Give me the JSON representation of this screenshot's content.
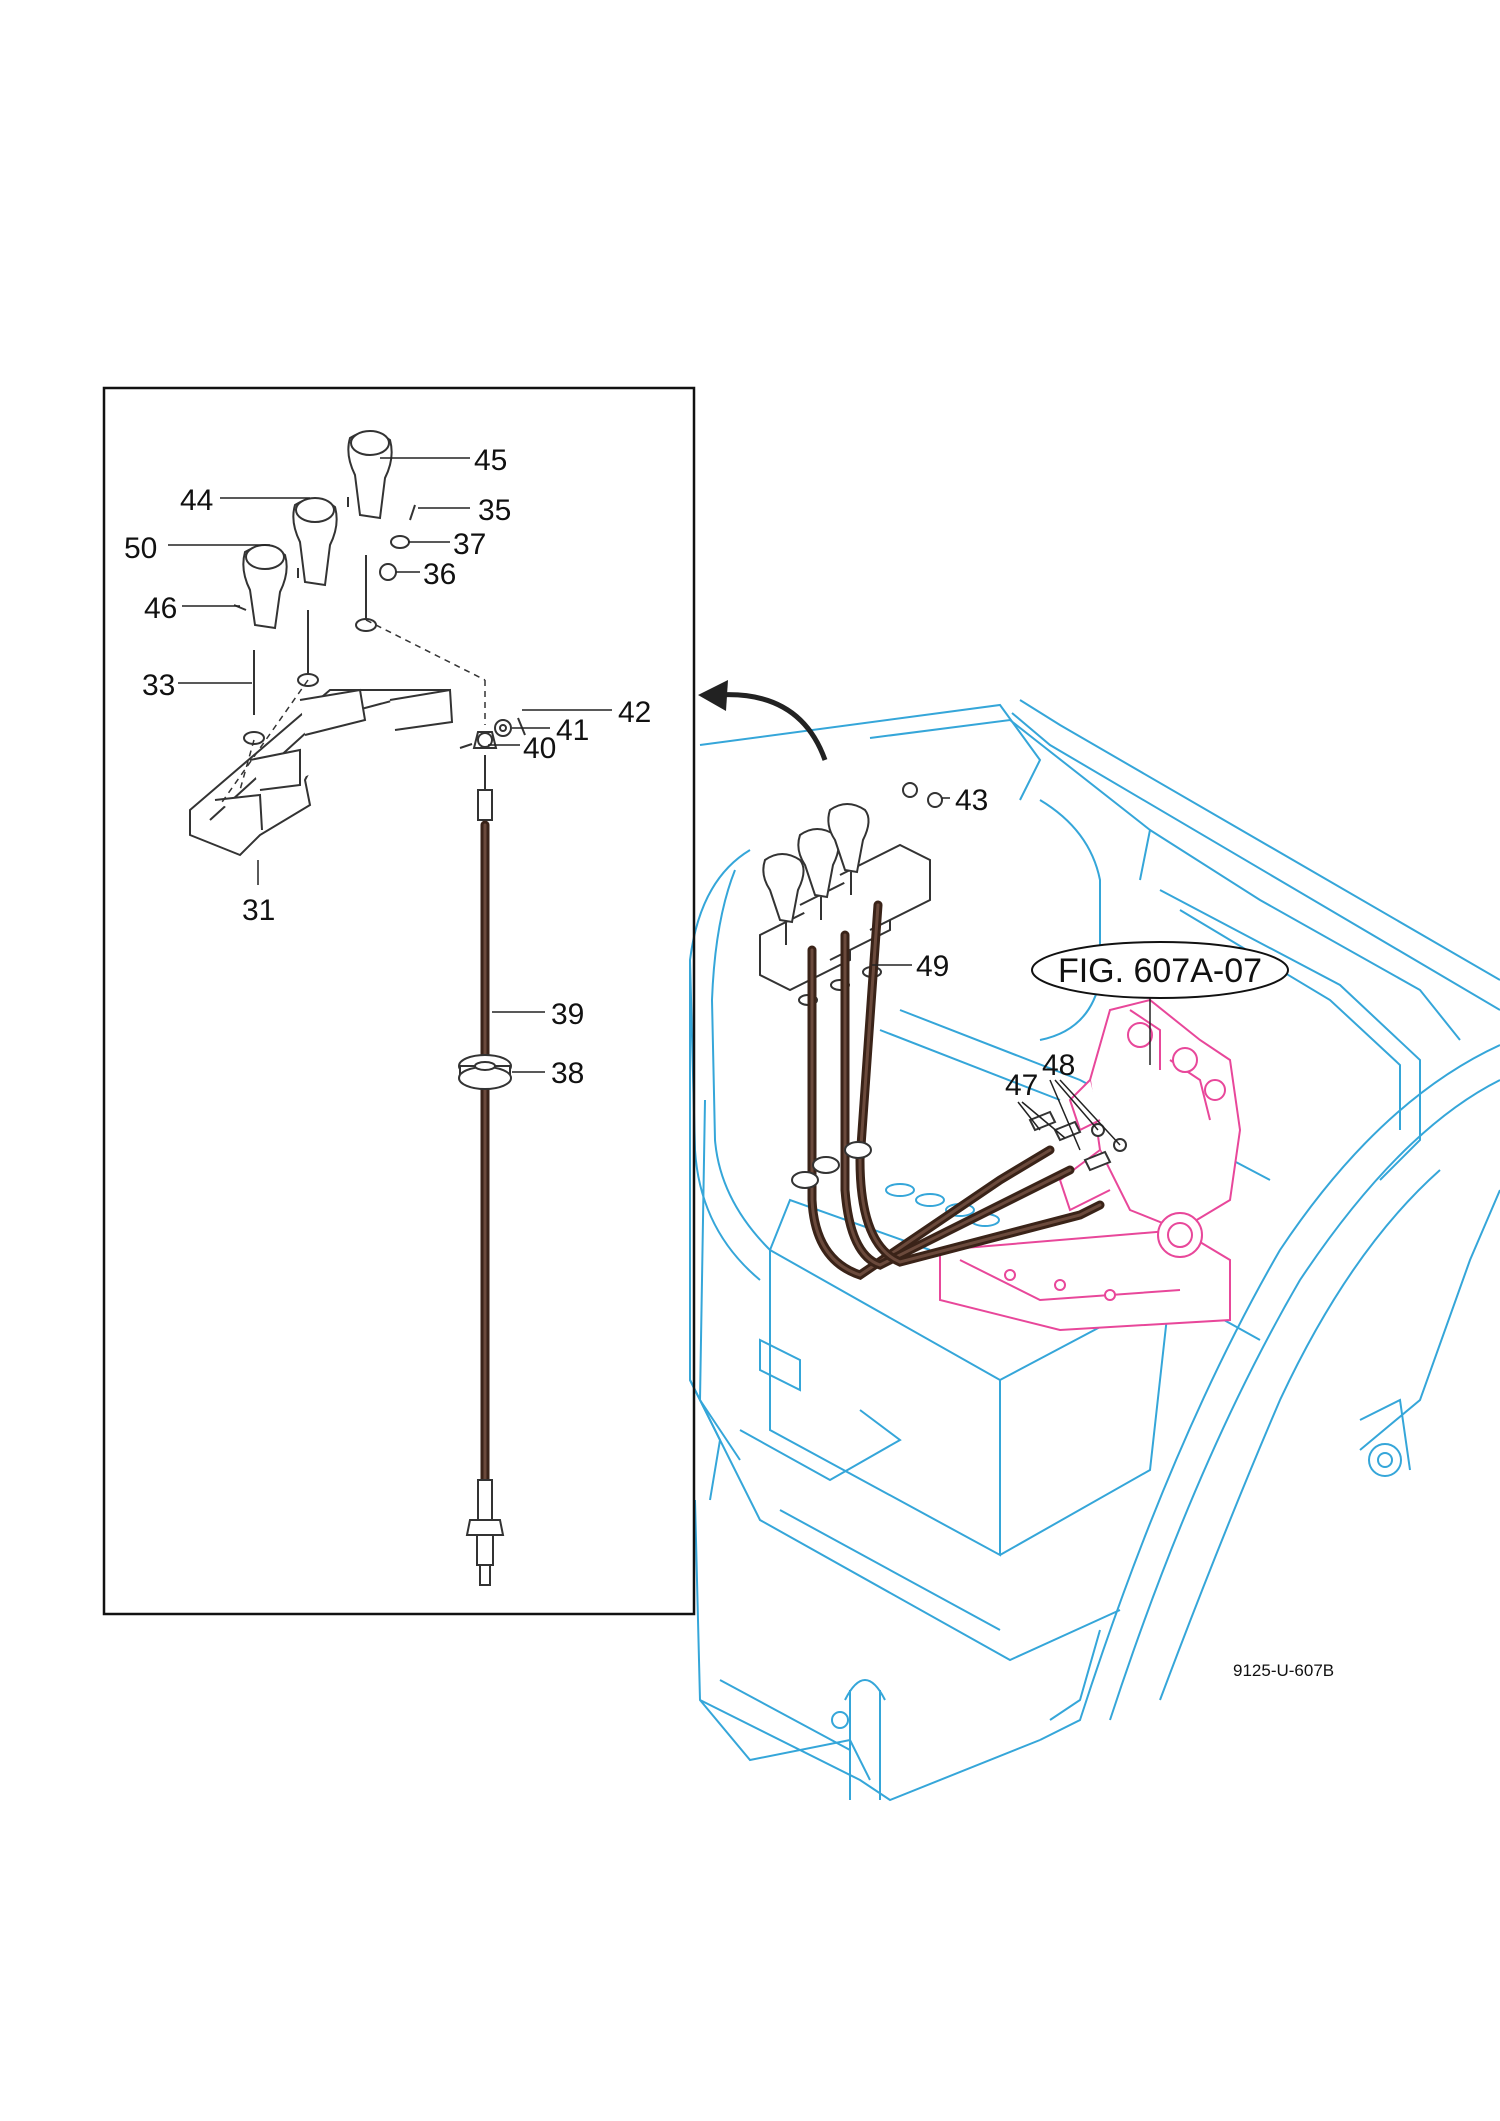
{
  "title": "",
  "figure_reference": "FIG. 607A-07",
  "drawing_code": "9125-U-607B",
  "callouts": {
    "c31": "31",
    "c33": "33",
    "c35": "35",
    "c36": "36",
    "c37": "37",
    "c38": "38",
    "c39": "39",
    "c40": "40",
    "c41": "41",
    "c42": "42",
    "c43": "43",
    "c44": "44",
    "c45": "45",
    "c46": "46",
    "c47": "47",
    "c48": "48",
    "c49": "49",
    "c50": "50"
  },
  "colors": {
    "frame": "#35a6d9",
    "valve": "#e8479a",
    "cable": "#3a2318",
    "line": "#333333"
  }
}
